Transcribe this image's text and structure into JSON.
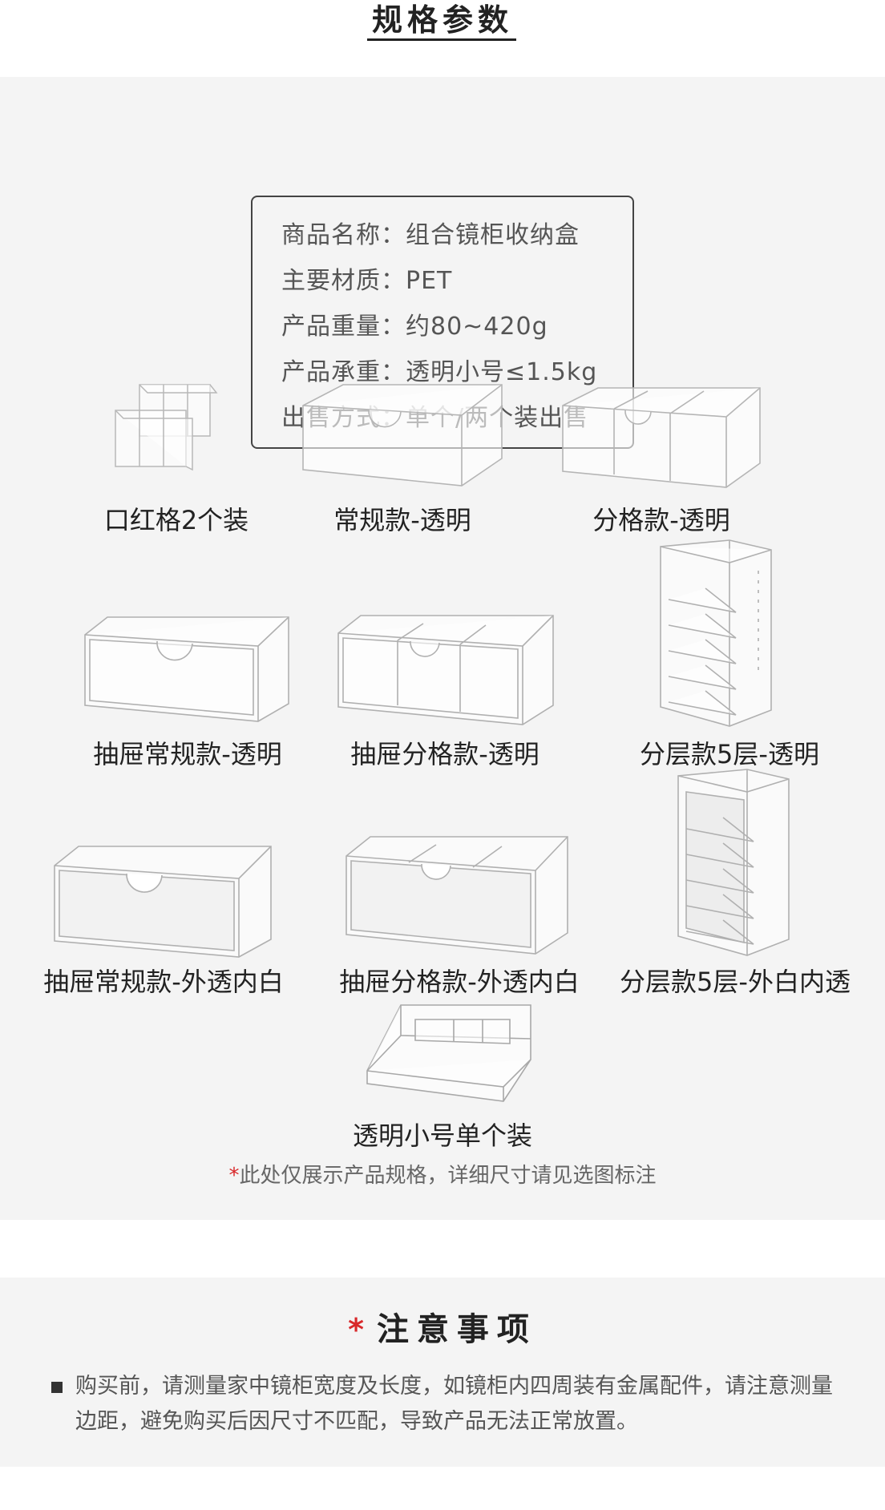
{
  "header": {
    "title": "规格参数"
  },
  "specs": [
    {
      "label": "商品名称：",
      "value": "组合镜柜收纳盒"
    },
    {
      "label": "主要材质：",
      "value": "PET"
    },
    {
      "label": "产品重量：",
      "value": "约80~420g"
    },
    {
      "label": "产品承重：",
      "value": "透明小号≤1.5kg"
    },
    {
      "label": "出售方式：",
      "value": "单个/两个装出售"
    }
  ],
  "products": [
    {
      "name": "口红格2个装"
    },
    {
      "name": "常规款-透明"
    },
    {
      "name": "分格款-透明"
    },
    {
      "name": "抽屉常规款-透明"
    },
    {
      "name": "抽屉分格款-透明"
    },
    {
      "name": "分层款5层-透明"
    },
    {
      "name": "抽屉常规款-外透内白"
    },
    {
      "name": "抽屉分格款-外透内白"
    },
    {
      "name": "分层款5层-外白内透"
    },
    {
      "name": "透明小号单个装"
    }
  ],
  "note": {
    "star": "*",
    "text": "此处仅展示产品规格，详细尺寸请见选图标注"
  },
  "caution": {
    "star": "*",
    "title": "注意事项",
    "text": "购买前，请测量家中镜柜宽度及长度，如镜柜内四周装有金属配件，请注意测量边距，避免购买后因尺寸不匹配，导致产品无法正常放置。"
  },
  "colors": {
    "accent": "#d8282a",
    "panel": "#f4f4f4",
    "text": "#333333"
  }
}
